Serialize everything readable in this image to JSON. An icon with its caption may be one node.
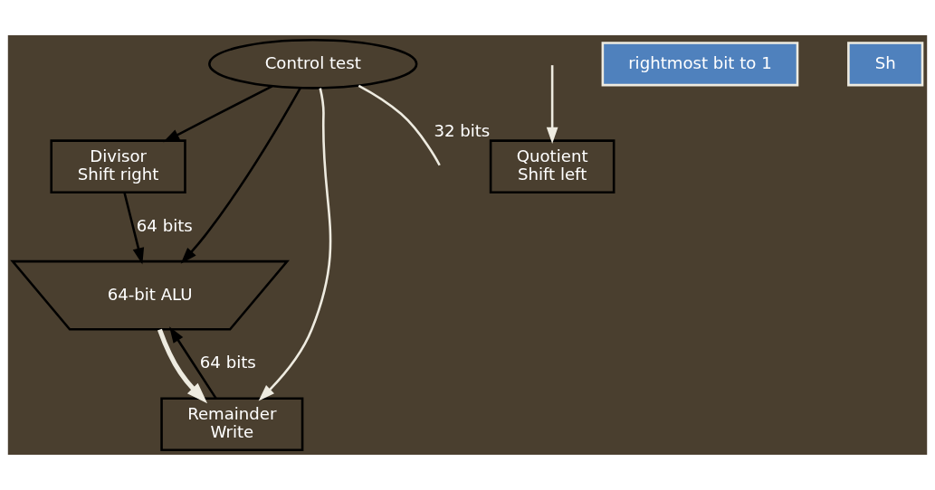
{
  "diagram": {
    "nodes": [
      {
        "text": [
          "Divisor",
          "Shift right"
        ]
      },
      {
        "text": [
          "64-bit ALU"
        ]
      },
      {
        "text": [
          "Remainder",
          "Write"
        ]
      },
      {
        "text": [
          "Control test"
        ]
      },
      {
        "text": [
          "Quotient",
          "Shift left"
        ],
        "beside": [
          "32 bits"
        ]
      },
      {
        "text": [
          "rightmost bit to 1"
        ]
      },
      {
        "text": [
          "Sh"
        ]
      }
    ],
    "edges": [
      {
        "from": 0,
        "to": 1,
        "arrow": "to",
        "label": "64 bits"
      },
      {
        "from": 2,
        "to": 1,
        "arrow": "to",
        "label": "64 bits"
      },
      {
        "from": 1,
        "to": 2,
        "arrow": "to",
        "style": "thick",
        "color": "#eeebe0"
      },
      {
        "from": 3,
        "to": 0,
        "arrow": "to"
      },
      {
        "from": 3,
        "to": 1,
        "arrow": "to"
      },
      {
        "from": 3,
        "to": 2,
        "arrow": "to",
        "color": "#eeebe0"
      },
      {
        "from": 3,
        "to": null,
        "arrow": "none",
        "color": "#eeebe0"
      },
      {
        "from": null,
        "to": 4,
        "arrow": "to",
        "color": "#eeebe0"
      }
    ]
  }
}
